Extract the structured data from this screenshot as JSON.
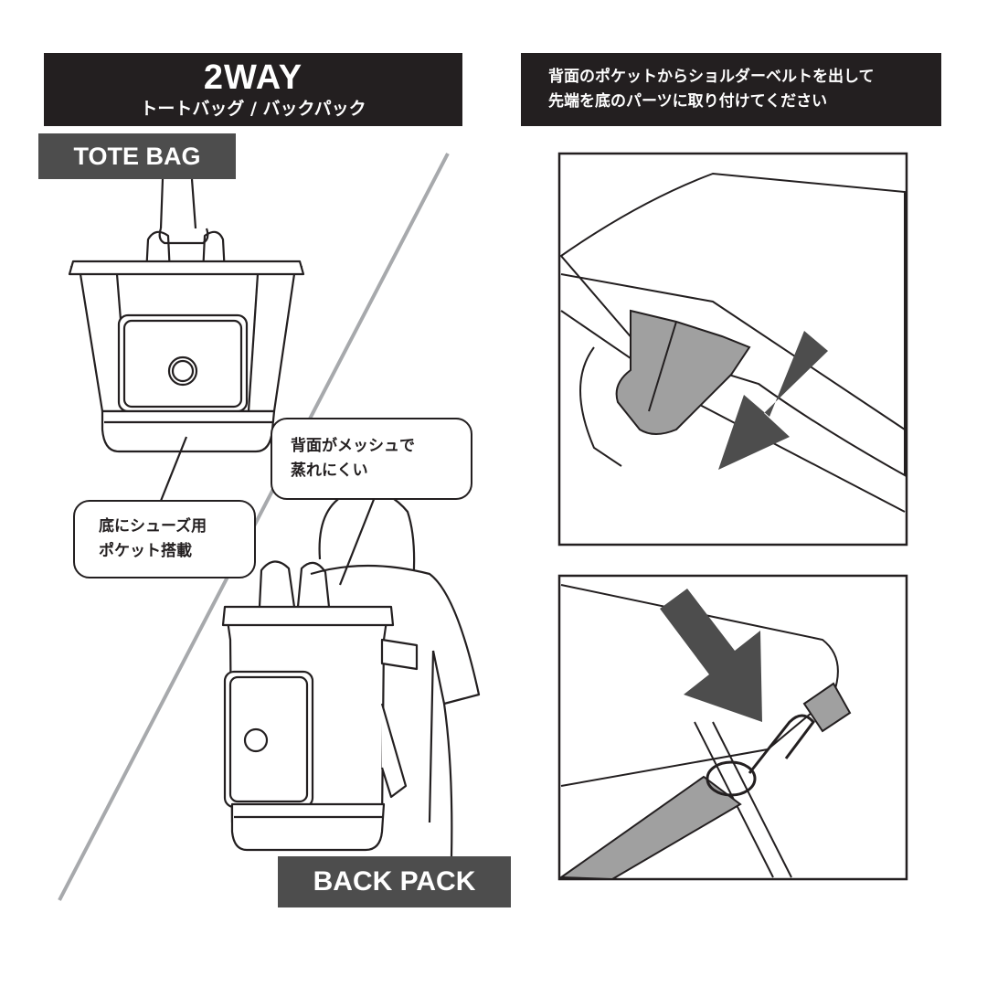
{
  "title": {
    "main": "2WAY",
    "sub": "トートバッグ / バックパック"
  },
  "instruction": {
    "line1": "背面のポケットからショルダーベルトを出して",
    "line2": "先端を底のパーツに取り付けてください"
  },
  "labels": {
    "tote": "TOTE BAG",
    "backpack": "BACK PACK"
  },
  "callouts": {
    "shoe_pocket": {
      "line1": "底にシューズ用",
      "line2": "ポケット搭載"
    },
    "mesh_back": {
      "line1": "背面がメッシュで",
      "line2": "蒸れにくい"
    }
  },
  "colors": {
    "dark_box": "#231f20",
    "label_box": "#4d4d4d",
    "arrow": "#4d4d4d",
    "strap_gray": "#a0a0a0",
    "divider": "#a7a9ac"
  }
}
